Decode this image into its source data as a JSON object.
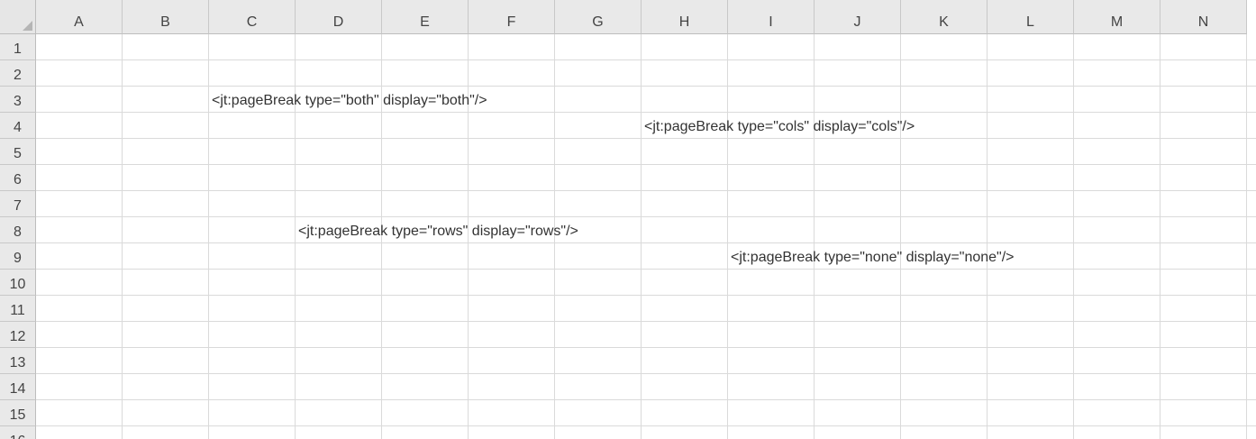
{
  "columns": [
    "A",
    "B",
    "C",
    "D",
    "E",
    "F",
    "G",
    "H",
    "I",
    "J",
    "K",
    "L",
    "M",
    "N"
  ],
  "rows": [
    "1",
    "2",
    "3",
    "4",
    "5",
    "6",
    "7",
    "8",
    "9",
    "10",
    "11",
    "12",
    "13",
    "14",
    "15",
    "16"
  ],
  "cells": [
    {
      "ref": "C3",
      "col": "C",
      "row": "3",
      "text": "<jt:pageBreak type=\"both\" display=\"both\"/>"
    },
    {
      "ref": "H4",
      "col": "H",
      "row": "4",
      "text": "<jt:pageBreak type=\"cols\" display=\"cols\"/>"
    },
    {
      "ref": "D8",
      "col": "D",
      "row": "8",
      "text": "<jt:pageBreak type=\"rows\" display=\"rows\"/>"
    },
    {
      "ref": "I9",
      "col": "I",
      "row": "9",
      "text": "<jt:pageBreak type=\"none\" display=\"none\"/>"
    }
  ]
}
